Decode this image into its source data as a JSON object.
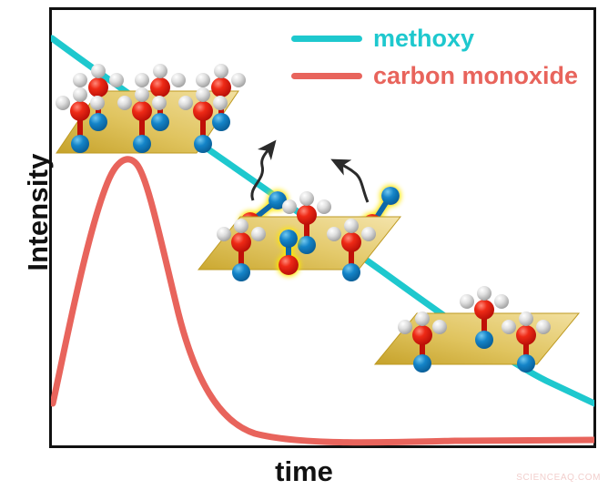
{
  "figure": {
    "type": "schematic-kinetics-plot",
    "watermark": "SCIENCEAQ.COM"
  },
  "axes": {
    "ylabel": "Intensity",
    "xlabel": "time",
    "frame_color": "#111111",
    "ticks": [],
    "gridlines": false
  },
  "legend": {
    "position": "top-center-right",
    "entries": [
      {
        "label": "methoxy",
        "color": "#1EC8CE",
        "style": "solid-line"
      },
      {
        "label": "carbon monoxide",
        "color": "#E8645C",
        "style": "solid-line"
      }
    ]
  },
  "chart_data": {
    "type": "line",
    "title": "",
    "xlabel": "time",
    "ylabel": "Intensity",
    "xlim": [
      0,
      1
    ],
    "ylim": [
      0,
      1
    ],
    "grid": false,
    "legend_position": "top-center-right",
    "x": [
      0.0,
      0.05,
      0.1,
      0.15,
      0.2,
      0.25,
      0.3,
      0.35,
      0.4,
      0.45,
      0.5,
      0.55,
      0.6,
      0.65,
      0.7,
      0.75,
      0.8,
      0.85,
      0.9,
      0.95,
      1.0
    ],
    "series": [
      {
        "name": "methoxy",
        "color": "#1EC8CE",
        "description": "monotonic near-linear decay from high initial coverage to low",
        "values": [
          0.94,
          0.89,
          0.84,
          0.79,
          0.74,
          0.69,
          0.64,
          0.59,
          0.54,
          0.5,
          0.45,
          0.4,
          0.35,
          0.3,
          0.26,
          0.21,
          0.18,
          0.16,
          0.15,
          0.15,
          0.15
        ]
      },
      {
        "name": "carbon monoxide",
        "color": "#E8645C",
        "description": "asymmetric desorption peak, rises sharply then decays to baseline",
        "values": [
          0.1,
          0.33,
          0.58,
          0.73,
          0.65,
          0.52,
          0.4,
          0.3,
          0.22,
          0.16,
          0.12,
          0.09,
          0.07,
          0.055,
          0.045,
          0.04,
          0.035,
          0.03,
          0.03,
          0.03,
          0.03
        ]
      }
    ],
    "annotations": [
      {
        "kind": "surface-slab",
        "position": "upper-left",
        "species": "methoxy",
        "count": 6,
        "desorbing_co": 0
      },
      {
        "kind": "surface-slab",
        "position": "middle",
        "species": "methoxy + carbon monoxide",
        "count": 6,
        "desorbing_co": 3
      },
      {
        "kind": "surface-slab",
        "position": "lower-right",
        "species": "methoxy",
        "count": 3,
        "desorbing_co": 0
      },
      {
        "kind": "curved-arrow",
        "position": "middle-left",
        "meaning": "CO desorption"
      },
      {
        "kind": "curved-arrow",
        "position": "middle-right",
        "meaning": "CO desorption"
      }
    ]
  },
  "molecules": {
    "atom_colors": {
      "oxygen": "#E01B12",
      "hydrogen": "#D8D8D8",
      "metal_site": "#1484C8",
      "highlight_glow": "#FFE800"
    },
    "slab_color_dark": "#C6A22A",
    "slab_color_light": "#F2E0A0"
  }
}
